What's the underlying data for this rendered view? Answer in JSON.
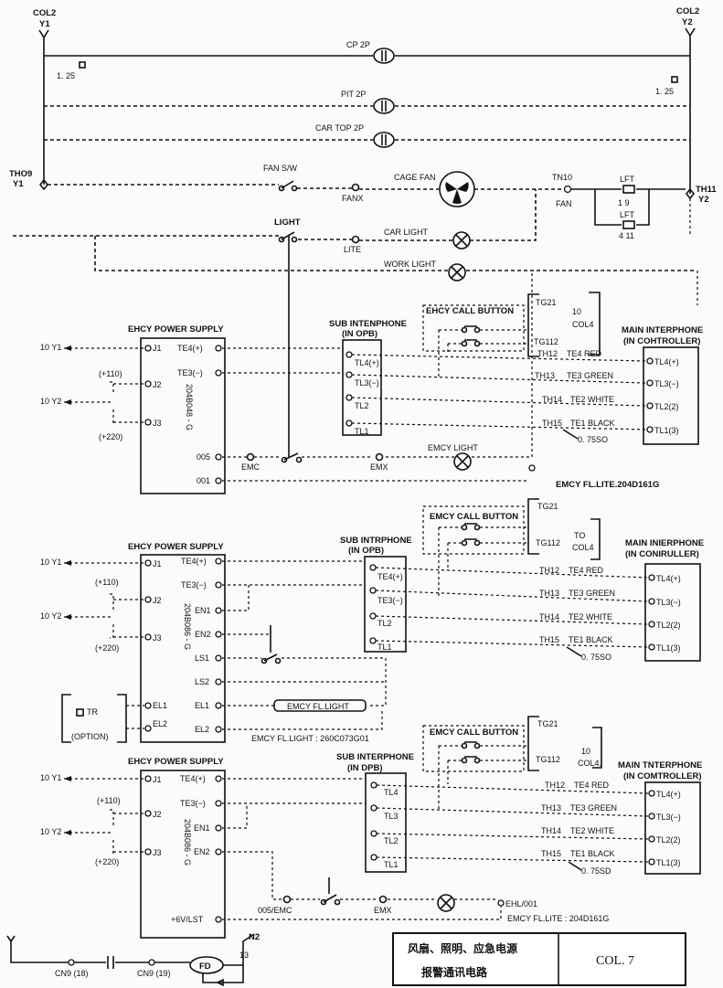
{
  "rails": {
    "left_top": "COL2",
    "left_sub": "Y1",
    "right_top": "COL2",
    "right_sub": "Y2",
    "fuse_left": "1. 25",
    "fuse_right": "1. 25"
  },
  "sockets": {
    "cp": "CP 2P",
    "pit": "PIT 2P",
    "car_top": "CAR TOP 2P"
  },
  "fan": {
    "th_left": "THO9",
    "th_left_sub": "Y1",
    "switch": "FAN S/W",
    "fanx": "FANX",
    "cage_fan": "CAGE FAN",
    "tn10": "TN10",
    "fan_lbl": "FAN",
    "th_right": "TH11",
    "th_right_sub": "Y2",
    "lft1": "LFT",
    "lft1_pins": "1    9",
    "lft2": "LFT",
    "lft2_pins": "4   11"
  },
  "light": {
    "light": "LIGHT",
    "lite": "LITE",
    "car_light": "CAR LIGHT",
    "work_light": "WORK LIGHT"
  },
  "s1": {
    "ps_title": "EHCY POWER SUPPLY",
    "ps_model": "204B048 - G",
    "left": [
      "10 Y1",
      "10 Y2"
    ],
    "v110": "(+110)",
    "v220": "(+220)",
    "jpins": [
      "J1",
      "J2",
      "J3"
    ],
    "tpins": [
      "TE4(+)",
      "TE3(−)"
    ],
    "opins": [
      "005",
      "001"
    ],
    "emc": "EMC",
    "emx": "EMX",
    "emcy_light": "EMCY LIGHT",
    "emcy_fl": "EMCY FL.LITE.204D161G",
    "sub_title": "SUB INTENPHONE",
    "sub_sub": "(IN OPB)",
    "sub_pins": [
      "TL4(+)",
      "TL3(−)",
      "TL2",
      "TL1"
    ],
    "call": "EHCY CALL BUTTON",
    "tg21": "TG21",
    "tg112": "TG112",
    "col4a": "10",
    "col4b": "COL4",
    "main_title": "MAIN INTERPHONE",
    "main_sub": "(IN COHTROLLER)",
    "th": [
      "TH12",
      "TH13",
      "TH14",
      "TH15"
    ],
    "wires": [
      "TE4 RED",
      "TE3 GREEN",
      "TE2 WHITE",
      "TE1 BLACK"
    ],
    "main_pins": [
      "TL4(+)",
      "TL3(−)",
      "TL2(2)",
      "TL1(3)"
    ],
    "wire_spec": "0. 75SO"
  },
  "s2": {
    "ps_title": "EHCY POWER SUPPLY",
    "ps_model": "204B086 - G",
    "left": [
      "10 Y1",
      "10 Y2"
    ],
    "v110": "(+110)",
    "v220": "(+220)",
    "jpins": [
      "J1",
      "J2",
      "J3"
    ],
    "rpins": [
      "TE4(+)",
      "TE3(−)",
      "EN1",
      "EN2",
      "LS1",
      "LS2",
      "EL1",
      "EL2"
    ],
    "el_left": [
      "EL1",
      "EL2"
    ],
    "tr": "TR",
    "option": "(OPTION)",
    "fl_box": "EMCY FL.LIGHT",
    "fl_label": "EMCY FL.LIGHT : 260C073G01",
    "sub_title": "SUB INTRPHONE",
    "sub_sub": "(IN OPB)",
    "sub_pins": [
      "TE4(+)",
      "TE3(−)",
      "TL2",
      "TL1"
    ],
    "call": "EMCY CALL BUTTON",
    "tg21": "TG21",
    "tg112": "TG112",
    "col4a": "TO",
    "col4b": "COL4",
    "main_title": "MAIN INIERPHONE",
    "main_sub": "(IN CONIRULLER)",
    "th": [
      "TH12",
      "TH13",
      "TH14",
      "TH15"
    ],
    "wires": [
      "TE4 RED",
      "TE3 GREEN",
      "TE2 WHITE",
      "TE1 BLACK"
    ],
    "main_pins": [
      "TL4(+)",
      "TL3(−)",
      "TL2(2)",
      "TL1(3)"
    ],
    "wire_spec": "0. 75SO"
  },
  "s3": {
    "ps_title": "EHCY POWER SUPPLY",
    "ps_model": "204B086 - G",
    "left": [
      "10 Y1",
      "10 Y2"
    ],
    "v110": "(+110)",
    "v220": "(+220)",
    "jpins": [
      "J1",
      "J2",
      "J3"
    ],
    "rpins": [
      "TE4(+)",
      "TE3(−)",
      "EN1",
      "EN2"
    ],
    "bpin": "+6V/LST",
    "emc": "005/EMC",
    "emx": "EMX",
    "ehl": "EHL/001",
    "emcy_fl": "EMCY FL.LITE : 204D161G",
    "sub_title": "SUB INTERPHONE",
    "sub_sub": "(IN DPB)",
    "sub_pins": [
      "TL4",
      "TL3",
      "TL2",
      "TL1"
    ],
    "call": "EMCY CALL BUTTON",
    "tg21": "TG21",
    "tg112": "TG112",
    "col4a": "10",
    "col4b": "COL4.",
    "main_title": "MAIN TNTERPHONE",
    "main_sub": "(IN COMTROLLER)",
    "th": [
      "TH12",
      "TH13",
      "TH14",
      "TH15"
    ],
    "wires": [
      "TE4 RED",
      "TE3 GREEN",
      "TE2 WHITE",
      "TE1 BLACK"
    ],
    "main_pins": [
      "TL4(+)",
      "TL3(−)",
      "TL2(2)",
      "TL1(3)"
    ],
    "wire_spec": "0. 75SD"
  },
  "footer": {
    "n2": "N2",
    "pin13": "13",
    "fd": "FD",
    "cn9a": "CN9 (18)",
    "cn9b": "CN9 (19)"
  },
  "titleblock": {
    "line1": "风扇、照明、应急电源",
    "line2": "报警通讯电路",
    "code": "COL. 7"
  }
}
